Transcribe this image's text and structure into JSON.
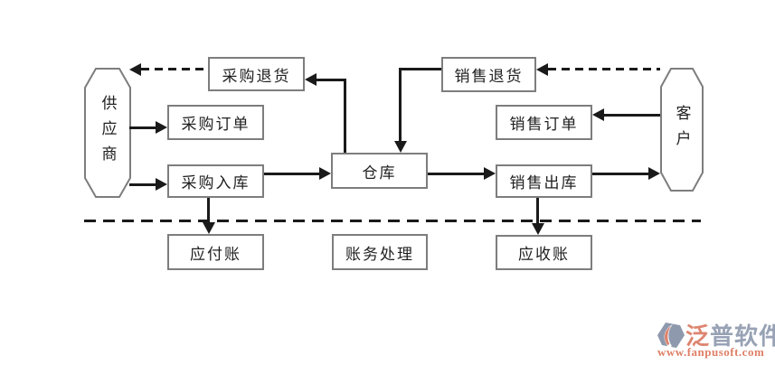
{
  "diagram": {
    "nodes": {
      "supplier": "供应商",
      "customer": "客户",
      "purchase_return": "采购退货",
      "purchase_order": "采购订单",
      "purchase_inbound": "采购入库",
      "warehouse": "仓库",
      "sales_return": "销售退货",
      "sales_order": "销售订单",
      "sales_outbound": "销售出库",
      "accounts_payable": "应付账",
      "accounting": "账务处理",
      "accounts_receivable": "应收账"
    },
    "edges": [
      {
        "from": "supplier",
        "to": "purchase_order",
        "style": "solid"
      },
      {
        "from": "supplier",
        "to": "purchase_inbound",
        "style": "solid"
      },
      {
        "from": "purchase_inbound",
        "to": "warehouse",
        "style": "solid"
      },
      {
        "from": "warehouse",
        "to": "sales_outbound",
        "style": "solid"
      },
      {
        "from": "sales_outbound",
        "to": "customer",
        "style": "solid"
      },
      {
        "from": "customer",
        "to": "sales_order",
        "style": "solid"
      },
      {
        "from": "warehouse",
        "to": "purchase_return",
        "style": "solid"
      },
      {
        "from": "sales_return",
        "to": "warehouse",
        "style": "solid"
      },
      {
        "from": "purchase_return",
        "to": "supplier",
        "style": "dashed"
      },
      {
        "from": "customer",
        "to": "sales_return",
        "style": "dashed"
      },
      {
        "from": "purchase_inbound",
        "to": "accounts_payable",
        "style": "solid"
      },
      {
        "from": "sales_outbound",
        "to": "accounts_receivable",
        "style": "solid"
      }
    ],
    "colors": {
      "line": "#1a1a1a",
      "box_border": "#7d7d7d",
      "text": "#1f1f1f",
      "background": "#ffffff"
    }
  },
  "watermark": {
    "brand_accent": "泛",
    "brand_rest": "普软件",
    "url": "www.fanpusoft.com",
    "colors": {
      "salmon": "#dd8570",
      "gray_blue": "#98a2b5",
      "url_color": "#df7f66"
    }
  }
}
